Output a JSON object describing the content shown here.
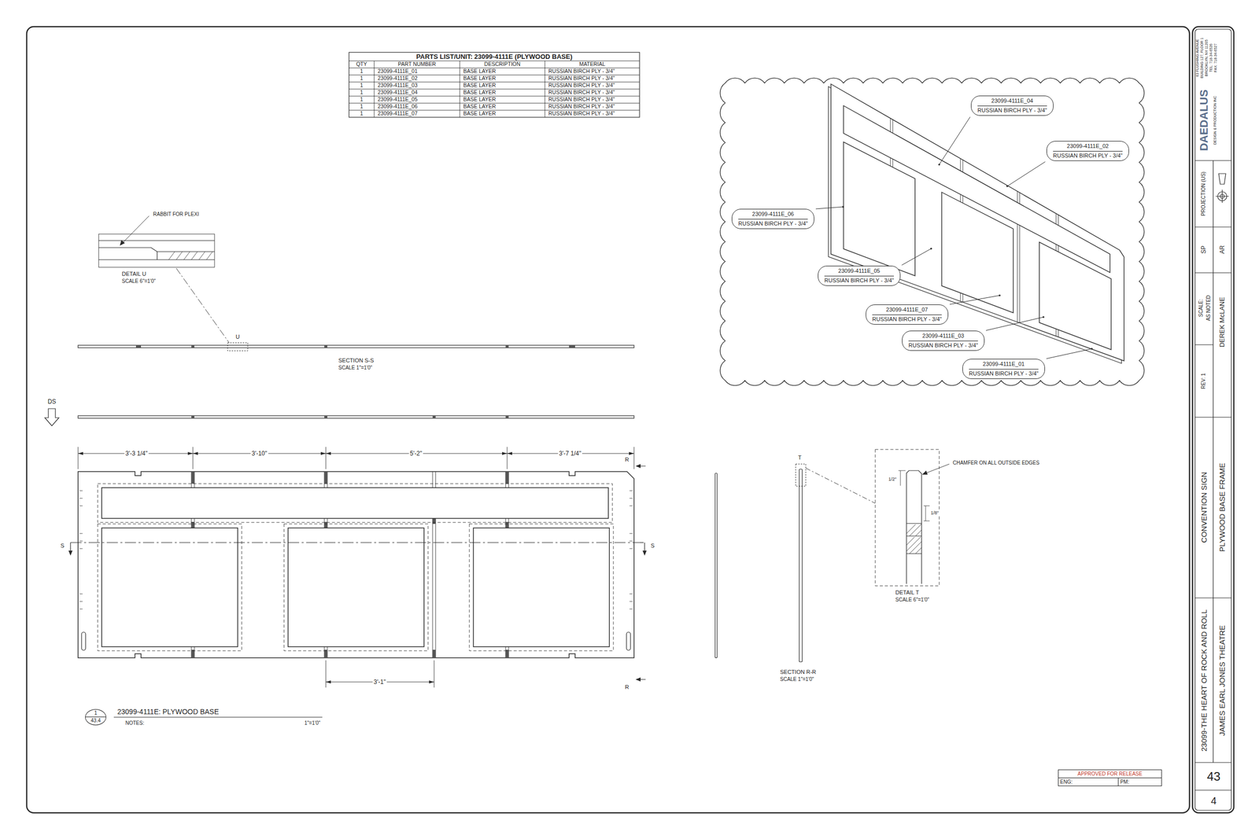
{
  "diagram": {
    "nodes": [
      {
        "text": [
          "23099-4111E_04",
          "RUSSIAN BIRCH PLY - 3/4\""
        ]
      },
      {
        "text": [
          "23099-4111E_02",
          "RUSSIAN BIRCH PLY - 3/4\""
        ]
      },
      {
        "text": [
          "23099-4111E_06",
          "RUSSIAN BIRCH PLY - 3/4\""
        ]
      },
      {
        "text": [
          "23099-4111E_05",
          "RUSSIAN BIRCH PLY - 3/4\""
        ]
      },
      {
        "text": [
          "23099-4111E_07",
          "RUSSIAN BIRCH PLY - 3/4\""
        ]
      },
      {
        "text": [
          "23099-4111E_03",
          "RUSSIAN BIRCH PLY - 3/4\""
        ]
      },
      {
        "text": [
          "23099-4111E_01",
          "RUSSIAN BIRCH PLY - 3/4\""
        ]
      },
      {
        "text": [
          "1",
          "43.4"
        ]
      },
      {
        "text": [
          "APPROVED FOR RELEASE",
          "ENG:",
          "PM:"
        ]
      }
    ],
    "labels": [
      "PARTS LIST/UNIT: 23099-4111E (PLYWOOD BASE)",
      "QTY",
      "PART NUMBER",
      "DESCRIPTION",
      "MATERIAL",
      "1",
      "23099-4111E_01",
      "BASE LAYER",
      "RUSSIAN BIRCH PLY - 3/4\"",
      "1",
      "23099-4111E_02",
      "BASE LAYER",
      "RUSSIAN BIRCH PLY - 3/4\"",
      "1",
      "23099-4111E_03",
      "BASE LAYER",
      "RUSSIAN BIRCH PLY - 3/4\"",
      "1",
      "23099-4111E_04",
      "BASE LAYER",
      "RUSSIAN BIRCH PLY - 3/4\"",
      "1",
      "23099-4111E_05",
      "BASE LAYER",
      "RUSSIAN BIRCH PLY - 3/4\"",
      "1",
      "23099-4111E_06",
      "BASE LAYER",
      "RUSSIAN BIRCH PLY - 3/4\"",
      "1",
      "23099-4111E_07",
      "BASE LAYER",
      "RUSSIAN BIRCH PLY - 3/4\"",
      "RABBIT FOR PLEXI",
      "DETAIL U",
      "SCALE 6\"=1'0\"",
      "U",
      "SECTION S-S",
      "SCALE 1\"=1'0\"",
      "DS",
      "3'-3 1/4\"",
      "3'-10\"",
      "5'-2\"",
      "3'-7 1/4\"",
      "R",
      "S",
      "S",
      "R",
      "3'-1\"",
      "T",
      "CHAMFER ON ALL OUTSIDE EDGES",
      "1/2\"",
      "1/8\"",
      "DETAIL T",
      "SCALE 6\"=1'0\"",
      "SECTION R-R",
      "SCALE 1\"=1'0\"",
      "23099-4111E: PLYWOOD BASE",
      "NOTES:",
      "1\"=1'0\"",
      "63 FLUSHING AVENUE",
      "BUILDING 127, FLOOR 1",
      "BROOKLYN, NY 11205",
      "TEL: 718-34-6526",
      "FAX: 718-34-6527",
      "DAEDALUS",
      "DESIGN & PRODUCTION INC",
      "PROJECTION (US)",
      "SP",
      "AR",
      "SCALE:",
      "AS NOTED",
      "REV: 1",
      "DEREK McLANE",
      "CONVENTION SIGN",
      "PLYWOOD BASE FRAME",
      "23099-THE HEART OF ROCK AND ROLL",
      "JAMES EARL JONES THEATRE",
      "43",
      "4"
    ]
  }
}
